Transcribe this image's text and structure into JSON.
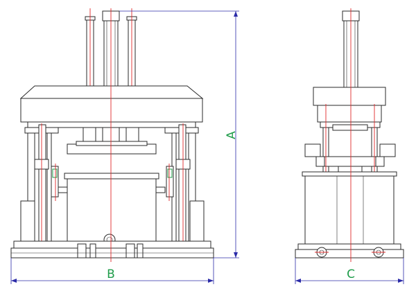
{
  "drawing": {
    "type": "engineering-two-view-drawing",
    "dimension_labels": {
      "height": "A",
      "front_width": "B",
      "side_width": "C"
    },
    "colors": {
      "outline": "#2a2a2a",
      "centerline": "#e0282a",
      "dimension_line": "#2b2ba8",
      "label": "#1f9c4a"
    }
  }
}
